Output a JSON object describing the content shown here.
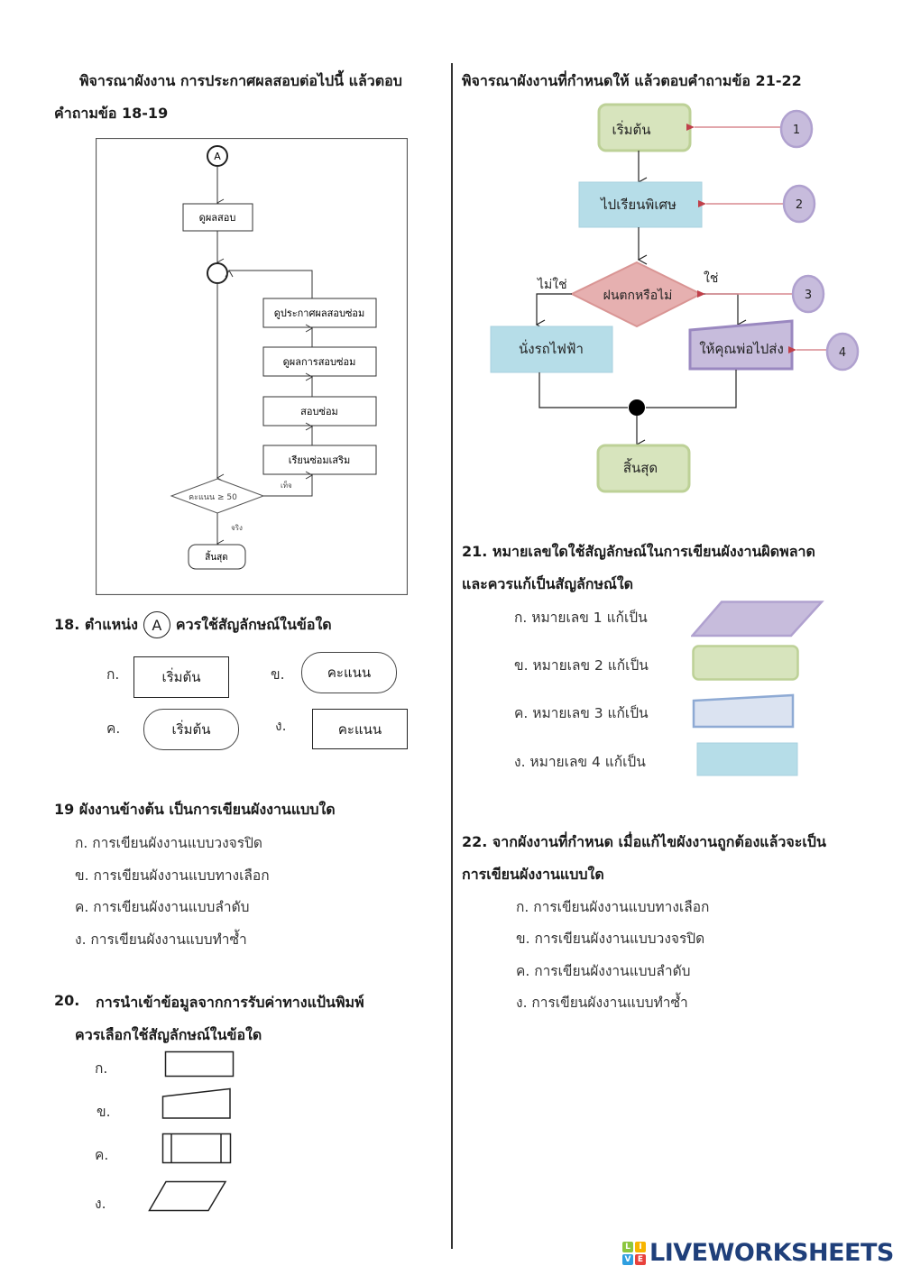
{
  "left": {
    "intro_line1": "พิจารณาผังงาน การประกาศผลสอบต่อไปนี้ แล้วตอบ",
    "intro_line2": "คำถามข้อ 18-19",
    "flowchart": {
      "connector": "A",
      "view_result": "ดูผลสอบ",
      "view_retest_announcement": "ดูประกาศผลสอบซ่อม",
      "view_retest_result": "ดูผลการสอบซ่อม",
      "retest": "สอบซ่อม",
      "remedial_class": "เรียนซ่อมเสริม",
      "condition": "คะแนน ≥ 50",
      "false_label": "เท็จ",
      "true_label": "จริง",
      "end": "สิ้นสุด"
    },
    "q18": {
      "title_prefix": "18. ตำแหน่ง",
      "circle_label": "A",
      "title_suffix": "ควรใช้สัญลักษณ์ในข้อใด",
      "options": [
        {
          "letter": "ก.",
          "text": "เริ่มต้น",
          "shape": "rectangle"
        },
        {
          "letter": "ข.",
          "text": "คะแนน",
          "shape": "rounded-terminal"
        },
        {
          "letter": "ค.",
          "text": "เริ่มต้น",
          "shape": "rounded-terminal"
        },
        {
          "letter": "ง.",
          "text": "คะแนน",
          "shape": "rectangle"
        }
      ]
    },
    "q19": {
      "title": "19 ผังงานข้างต้น เป็นการเขียนผังงานแบบใด",
      "options": [
        "ก. การเขียนผังงานแบบวงจรปิด",
        "ข. การเขียนผังงานแบบทางเลือก",
        "ค. การเขียนผังงานแบบลำดับ",
        "ง. การเขียนผังงานแบบทำซ้ำ"
      ]
    },
    "q20": {
      "number": "20.",
      "title_line1": "การนำเข้าข้อมูลจากการรับค่าทางแป้นพิมพ์",
      "title_line2": "ควรเลือกใช้สัญลักษณ์ในข้อใด",
      "options": [
        {
          "letter": "ก.",
          "shape": "rectangle"
        },
        {
          "letter": "ข.",
          "shape": "manual-input"
        },
        {
          "letter": "ค.",
          "shape": "predefined-process"
        },
        {
          "letter": "ง.",
          "shape": "parallelogram"
        }
      ]
    }
  },
  "right": {
    "intro": "พิจารณาผังงานที่กำหนดให้ แล้วตอบคำถามข้อ 21-22",
    "flowchart": {
      "start": "เริ่มต้น",
      "special_class": "ไปเรียนพิเศษ",
      "decision": "ฝนตกหรือไม่",
      "no_label": "ไม่ใช่",
      "yes_label": "ใช่",
      "sky_train": "นั่งรถไฟฟ้า",
      "dad_drive": "ให้คุณพ่อไปส่ง",
      "end": "สิ้นสุด",
      "markers": [
        "1",
        "2",
        "3",
        "4"
      ]
    },
    "q21": {
      "title_line1": "21. หมายเลขใดใช้สัญลักษณ์ในการเขียนผังงานผิดพลาด",
      "title_line2": "และควรแก้เป็นสัญลักษณ์ใด",
      "options": [
        {
          "text": "ก. หมายเลข 1 แก้เป็น",
          "shape": "parallelogram",
          "color": "#c7bcdc"
        },
        {
          "text": "ข. หมายเลข 2  แก้เป็น",
          "shape": "rounded-rectangle",
          "color": "#d7e4bd"
        },
        {
          "text": "ค. หมายเลข 3  แก้เป็น",
          "shape": "manual-input",
          "color": "#dbe3f1"
        },
        {
          "text": "ง. หมายเลข 4  แก้เป็น",
          "shape": "rectangle",
          "color": "#b6dde8"
        }
      ]
    },
    "q22": {
      "title_line1": "22. จากผังงานที่กำหนด เมื่อแก้ไขผังงานถูกต้องแล้วจะเป็น",
      "title_line2": "การเขียนผังงานแบบใด",
      "options": [
        "ก. การเขียนผังงานแบบทางเลือก",
        "ข. การเขียนผังงานแบบวงจรปิด",
        "ค. การเขียนผังงานแบบลำดับ",
        "ง. การเขียนผังงานแบบทำซ้ำ"
      ]
    }
  },
  "logo": {
    "grid": [
      "L",
      "I",
      "V",
      "E"
    ],
    "word": "LIVEWORKSHEETS"
  }
}
